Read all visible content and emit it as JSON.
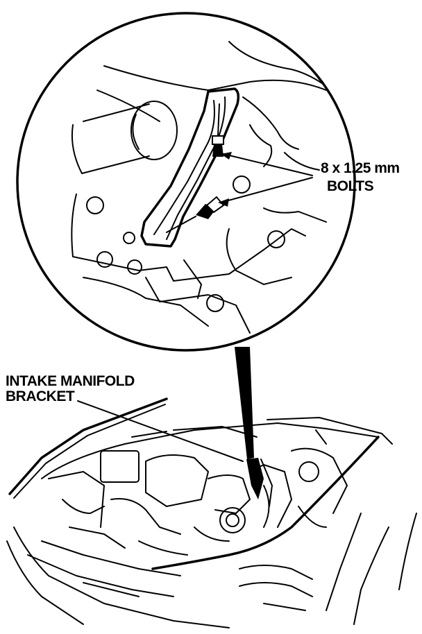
{
  "callouts": {
    "bolts": {
      "line1": "8 x 1.25 mm",
      "line2": "BOLTS"
    },
    "bracket": {
      "line1": "INTAKE MANIFOLD",
      "line2": "BRACKET"
    }
  },
  "colors": {
    "ink": "#000000",
    "paper": "#ffffff"
  }
}
